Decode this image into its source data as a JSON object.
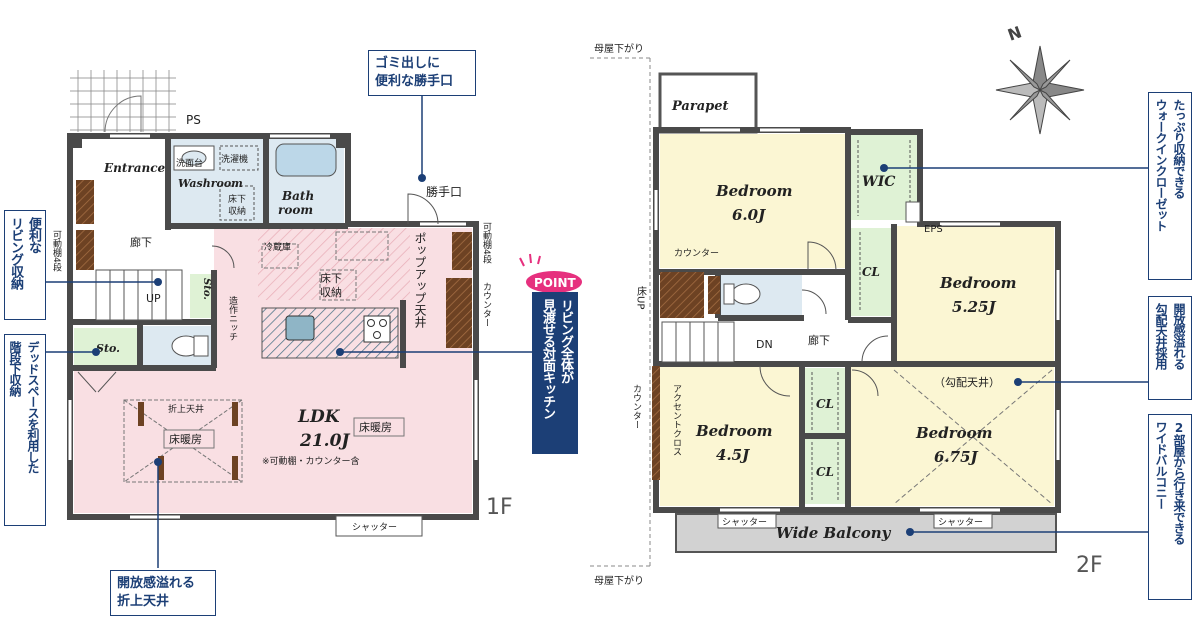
{
  "floor1": {
    "floor_label": "1F",
    "entrance": "Entrance",
    "washroom": "Washroom",
    "ps": "PS",
    "sink": "洗面台",
    "washer": "洗濯機",
    "floor_storage_wash": "床下\n収納",
    "bathroom": "Bath\nroom",
    "back_door": "勝手口",
    "hallway": "廊下",
    "shelf_left": "可動棚4段",
    "shelf_right": "可動棚4段",
    "sto_small": "Sto.",
    "sto_left": "Sto.",
    "up": "UP",
    "niche": "造作ニッチ",
    "fridge": "冷蔵庫",
    "popup_ceiling": "ポップアップ天井",
    "floor_storage_kitchen": "床下\n収納",
    "counter": "カウンター",
    "ceiling_label": "折上天井",
    "heated_floor_1": "床暖房",
    "heated_floor_2": "床暖房",
    "ldk_name": "LDK",
    "ldk_size": "21.0J",
    "ldk_note": "※可動棚・カウンター含",
    "shutter": "シャッター"
  },
  "floor2": {
    "floor_label": "2F",
    "parapet": "Parapet",
    "roof_top": "母屋下がり",
    "roof_bottom": "母屋下がり",
    "bedroom1_name": "Bedroom",
    "bedroom1_size": "6.0J",
    "wic": "WIC",
    "eps": "EPS",
    "counter_top": "カウンター",
    "floor_up": "床UP",
    "dn": "DN",
    "hallway": "廊下",
    "cl1": "CL",
    "bedroom2_name": "Bedroom",
    "bedroom2_size": "5.25J",
    "counter_left": "カウンター",
    "accent_cross": "アクセントクロス",
    "cl2": "CL",
    "cl3": "CL",
    "bedroom3_name": "Bedroom",
    "bedroom3_size": "4.5J",
    "sloped_ceiling": "（勾配天井）",
    "bedroom4_name": "Bedroom",
    "bedroom4_size": "6.75J",
    "shutter_left": "シャッター",
    "shutter_right": "シャッター",
    "balcony": "Wide Balcony"
  },
  "compass": {
    "north": "N"
  },
  "callouts": {
    "back_door": "ゴミ出しに\n便利な勝手口",
    "living_storage": "便利な\nリビング収納",
    "dead_space": "デッドスペースを利用した\n階段下収納",
    "ceiling": "開放感溢れる\n折上天井",
    "point_badge": "POINT",
    "kitchen": "リビング全体が\n見渡せる対面キッチン",
    "wic": "たっぷり収納できる\nウォークインクローゼット",
    "sloped": "開放感溢れる\n勾配天井採用",
    "balcony": "2部屋から行き来できる\nワイドバルコニー"
  },
  "colors": {
    "wall": "#4a4a4a",
    "ldk_fill": "#f9dfe3",
    "bedroom_fill": "#fbf6d3",
    "storage_fill": "#dff2d5",
    "wet_fill": "#dde9f1",
    "wood": "#6d4223",
    "balcony_fill": "#d2d2d2",
    "callout_navy": "#1c3f76",
    "point_pink": "#e6307e",
    "kitchen_island": "#6f9bb0"
  }
}
